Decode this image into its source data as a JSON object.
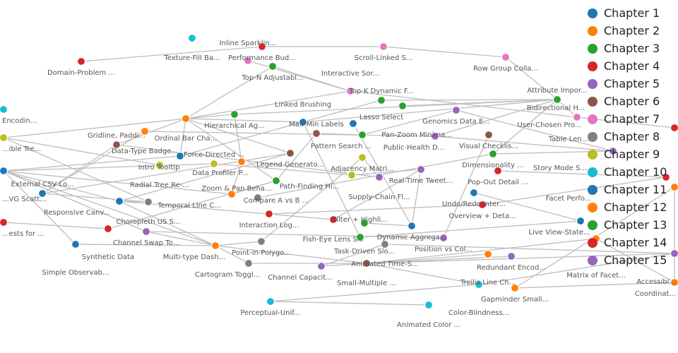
{
  "chapters": [
    {
      "label": "Chapter 1",
      "color": "#1f77b4"
    },
    {
      "label": "Chapter 2",
      "color": "#ff7f0e"
    },
    {
      "label": "Chapter 3",
      "color": "#2ca02c"
    },
    {
      "label": "Chapter 4",
      "color": "#d62728"
    },
    {
      "label": "Chapter 5",
      "color": "#9467bd"
    },
    {
      "label": "Chapter 6",
      "color": "#8c564b"
    },
    {
      "label": "Chapter 7",
      "color": "#e377c2"
    },
    {
      "label": "Chapter 8",
      "color": "#7f7f7f"
    },
    {
      "label": "Chapter 9",
      "color": "#bcbd22"
    },
    {
      "label": "Chapter 10",
      "color": "#17becf"
    },
    {
      "label": "Chapter 11",
      "color": "#1f77b4"
    },
    {
      "label": "Chapter 12",
      "color": "#ff7f0e"
    },
    {
      "label": "Chapter 13",
      "color": "#2ca02c"
    },
    {
      "label": "Chapter 14",
      "color": "#d62728"
    },
    {
      "label": "Chapter 15",
      "color": "#9467bd"
    }
  ],
  "nodes": [
    {
      "label": "Texture-Fill Ba...",
      "chapter": 10
    },
    {
      "label": "Domain-Problem ...",
      "chapter": 4
    },
    {
      "label": "Performance Bud...",
      "chapter": 4
    },
    {
      "label": "Inline Sparklin...",
      "chapter": 7
    },
    {
      "label": "Top-N Adjustabl...",
      "chapter": 3
    },
    {
      "label": "Scroll-Linked S...",
      "chapter": 7
    },
    {
      "label": "Row Group Colla...",
      "chapter": 7
    },
    {
      "label": "Interactive Sor...",
      "chapter": 7
    },
    {
      "label": "Top-K Dynamic F...",
      "chapter": 3
    },
    {
      "label": "Lasso Select",
      "chapter": 13
    },
    {
      "label": "Attribute Impor...",
      "chapter": 3
    },
    {
      "label": "Genomics Data E...",
      "chapter": 5
    },
    {
      "label": "Bidirectional H...",
      "chapter": 7
    },
    {
      "label": "Table Len...",
      "chapter": 14
    },
    {
      "label": "Encodin...",
      "chapter": 10
    },
    {
      "label": "...ible Tre...",
      "chapter": 9
    },
    {
      "label": "Ordinal Bar Cha...",
      "chapter": 2
    },
    {
      "label": "Hierarchical Ag...",
      "chapter": 3
    },
    {
      "label": "Data-Type Badge...",
      "chapter": 12
    },
    {
      "label": "Gridline, Paddi...",
      "chapter": 6
    },
    {
      "label": "Linked Brushing",
      "chapter": 1
    },
    {
      "label": "Pan-Zoom Minima...",
      "chapter": 11
    },
    {
      "label": "Max-Min Labels",
      "chapter": 6
    },
    {
      "label": "Pattern Search ...",
      "chapter": 13
    },
    {
      "label": "Public-Health D...",
      "chapter": 5
    },
    {
      "label": "Visual Checklis...",
      "chapter": 6
    },
    {
      "label": "Dimensionality ...",
      "chapter": 3
    },
    {
      "label": "User-Chosen Pro...",
      "chapter": 15
    },
    {
      "label": "Legend Generato...",
      "chapter": 6
    },
    {
      "label": "Adjacency Matri...",
      "chapter": 9
    },
    {
      "label": "Intro Tooltip",
      "chapter": 1
    },
    {
      "label": "Radial Tree Re-...",
      "chapter": 9
    },
    {
      "label": "Force-Directed ...",
      "chapter": 9
    },
    {
      "label": "Data Profiler P...",
      "chapter": 2
    },
    {
      "label": "Compare A vs B ...",
      "chapter": 13
    },
    {
      "label": "Path-Finding Hi...",
      "chapter": 9
    },
    {
      "label": "Supply-Chain Fl...",
      "chapter": 5
    },
    {
      "label": "Real-Time Tweet...",
      "chapter": 15
    },
    {
      "label": "Pop-Out Detail ...",
      "chapter": 4
    },
    {
      "label": "Story Mode S...",
      "chapter": 14
    },
    {
      "label": "Facet Perfo...",
      "chapter": 12
    },
    {
      "label": "...VG Scatt...",
      "chapter": 1
    },
    {
      "label": "External CSV Lo...",
      "chapter": 11
    },
    {
      "label": "Responsive Canv...",
      "chapter": 1
    },
    {
      "label": "Choropleth US S...",
      "chapter": 8
    },
    {
      "label": "Temporal Line C...",
      "chapter": 2
    },
    {
      "label": "Zoom & Pan Beha...",
      "chapter": 8
    },
    {
      "label": "Undo/Redo Inter...",
      "chapter": 11
    },
    {
      "label": "Overview + Deta...",
      "chapter": 4
    },
    {
      "label": "...ests for ...",
      "chapter": 4
    },
    {
      "label": "Synthetic Data",
      "chapter": 14
    },
    {
      "label": "Channel Swap To...",
      "chapter": 5
    },
    {
      "label": "Simple Observab...",
      "chapter": 11
    },
    {
      "label": "Interaction Log...",
      "chapter": 4
    },
    {
      "label": "Fish-Eye Lens S...",
      "chapter": 14
    },
    {
      "label": "Task-Driven Slo...",
      "chapter": 3
    },
    {
      "label": "Dynamic Aggrega...",
      "chapter": 1
    },
    {
      "label": "Live View-State...",
      "chapter": 11
    },
    {
      "label": "Filter + Highli...",
      "chapter": 13
    },
    {
      "label": "Animated Time-S...",
      "chapter": 8
    },
    {
      "label": "Position vs Col...",
      "chapter": 5
    },
    {
      "label": "Matrix of Facet...",
      "chapter": 12
    },
    {
      "label": "Accessibi...",
      "chapter": 15
    },
    {
      "label": "Multi-type Dash...",
      "chapter": 2
    },
    {
      "label": "Point-in-Polygo...",
      "chapter": 8
    },
    {
      "label": "Cartogram Toggl...",
      "chapter": 8
    },
    {
      "label": "Channel Capacit...",
      "chapter": 5
    },
    {
      "label": "Small-Multiple ...",
      "chapter": 6
    },
    {
      "label": "Trellis Line Ch...",
      "chapter": 12
    },
    {
      "label": "Redundant Encod...",
      "chapter": 15
    },
    {
      "label": "Color-Blindness...",
      "chapter": 10
    },
    {
      "label": "Gapminder Small...",
      "chapter": 12
    },
    {
      "label": "Coordinat...",
      "chapter": 2
    },
    {
      "label": "Perceptual-Unif...",
      "chapter": 10
    },
    {
      "label": "Animated Color ...",
      "chapter": 10
    }
  ],
  "edges": [
    [
      1,
      2
    ],
    [
      2,
      5
    ],
    [
      5,
      6
    ],
    [
      6,
      10
    ],
    [
      3,
      7
    ],
    [
      4,
      7
    ],
    [
      4,
      16
    ],
    [
      7,
      16
    ],
    [
      7,
      12
    ],
    [
      12,
      13
    ],
    [
      10,
      12
    ],
    [
      10,
      17
    ],
    [
      10,
      8
    ],
    [
      10,
      20
    ],
    [
      10,
      26
    ],
    [
      10,
      24
    ],
    [
      10,
      9
    ],
    [
      16,
      17
    ],
    [
      16,
      15
    ],
    [
      16,
      20
    ],
    [
      16,
      34
    ],
    [
      16,
      28
    ],
    [
      16,
      19
    ],
    [
      16,
      30
    ],
    [
      15,
      31
    ],
    [
      15,
      44
    ],
    [
      18,
      42
    ],
    [
      18,
      24
    ],
    [
      19,
      36
    ],
    [
      41,
      30
    ],
    [
      41,
      43
    ],
    [
      41,
      52
    ],
    [
      41,
      45
    ],
    [
      41,
      51
    ],
    [
      41,
      63
    ],
    [
      41,
      32
    ],
    [
      42,
      19
    ],
    [
      42,
      44
    ],
    [
      42,
      28
    ],
    [
      43,
      63
    ],
    [
      43,
      54
    ],
    [
      43,
      44
    ],
    [
      43,
      28
    ],
    [
      49,
      50
    ],
    [
      50,
      34
    ],
    [
      52,
      63
    ],
    [
      51,
      63
    ],
    [
      51,
      60
    ],
    [
      63,
      64
    ],
    [
      63,
      67
    ],
    [
      63,
      65
    ],
    [
      65,
      67
    ],
    [
      66,
      67
    ],
    [
      66,
      59
    ],
    [
      67,
      70
    ],
    [
      67,
      68
    ],
    [
      67,
      69
    ],
    [
      67,
      61
    ],
    [
      67,
      62
    ],
    [
      70,
      73
    ],
    [
      73,
      74
    ],
    [
      70,
      62
    ],
    [
      71,
      72
    ],
    [
      71,
      40
    ],
    [
      40,
      72
    ],
    [
      61,
      72
    ],
    [
      38,
      39
    ],
    [
      47,
      57
    ],
    [
      48,
      39
    ],
    [
      57,
      58
    ],
    [
      26,
      27
    ],
    [
      24,
      27
    ],
    [
      11,
      27
    ],
    [
      25,
      60
    ],
    [
      37,
      35
    ],
    [
      37,
      56
    ],
    [
      20,
      58
    ],
    [
      21,
      56
    ],
    [
      54,
      37
    ],
    [
      34,
      22
    ],
    [
      45,
      33
    ],
    [
      46,
      26
    ],
    [
      53,
      48
    ],
    [
      64,
      29
    ],
    [
      17,
      33
    ],
    [
      22,
      23
    ],
    [
      23,
      11
    ],
    [
      8,
      30
    ],
    [
      29,
      36
    ],
    [
      55,
      56
    ],
    [
      59,
      62
    ],
    [
      32,
      35
    ],
    [
      45,
      34
    ]
  ]
}
